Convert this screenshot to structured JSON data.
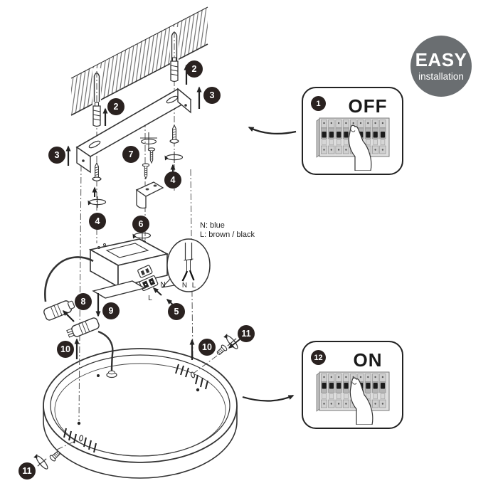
{
  "badge": {
    "title": "EASY",
    "subtitle": "installation"
  },
  "panels": {
    "off": {
      "step": "1",
      "label": "OFF"
    },
    "on": {
      "step": "12",
      "label": "ON"
    }
  },
  "labels": {
    "neutral_note": "N: blue",
    "line_note": "L: brown / black",
    "balloon_n": "N",
    "balloon_l": "L",
    "terminal_n": "N",
    "terminal_l": "L"
  },
  "steps": {
    "anchor_left": "2",
    "anchor_right": "2",
    "bracket_left": "3",
    "bracket_right": "3",
    "washer_left": "4",
    "washer_right": "4",
    "wires": "5",
    "clamp": "6",
    "screws": "7",
    "connector": "8",
    "cover_plate": "9",
    "ring_left": "10",
    "ring_right": "10",
    "ring_screw_right": "11",
    "ring_screw_left": "11"
  }
}
